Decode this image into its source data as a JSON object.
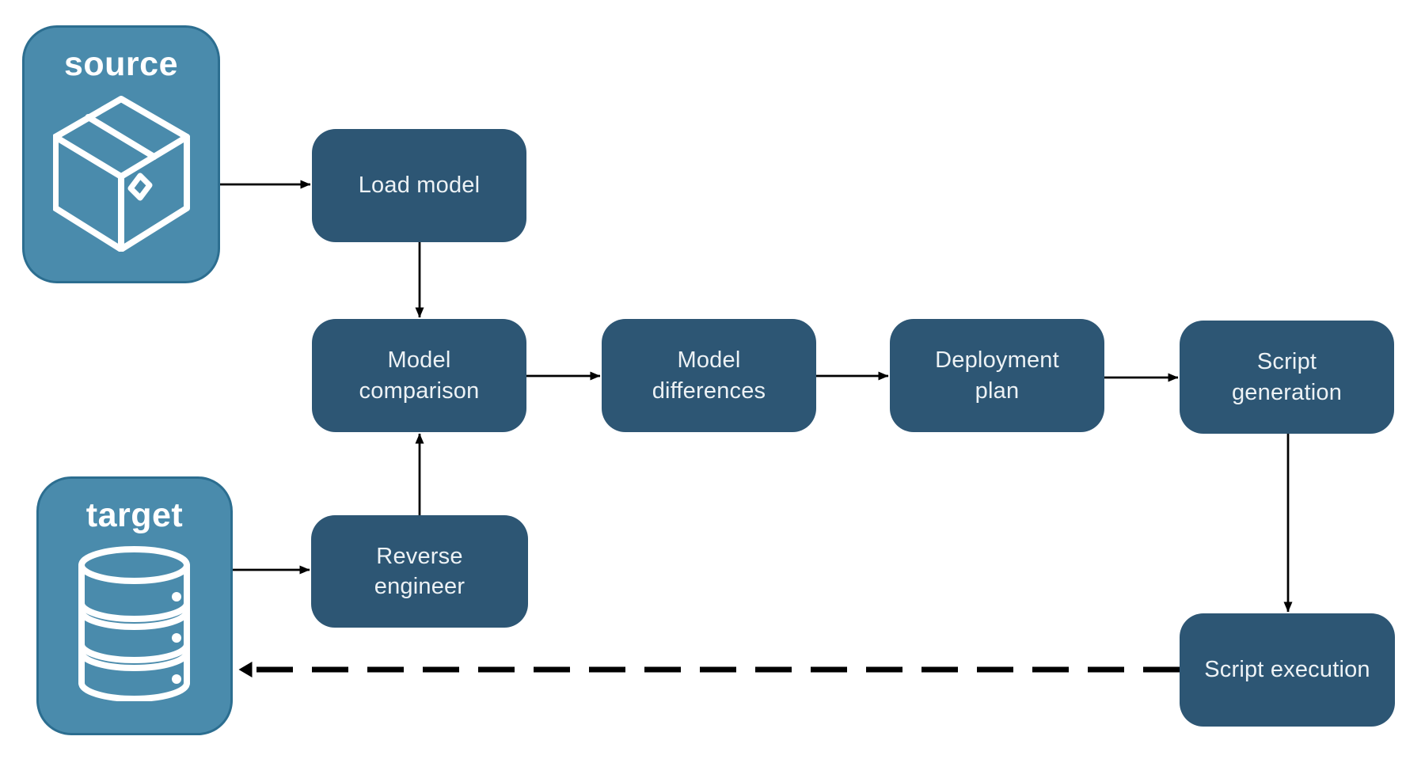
{
  "diagram": {
    "source_card": {
      "label": "source",
      "icon": "package-icon"
    },
    "target_card": {
      "label": "target",
      "icon": "database-icon"
    },
    "steps": {
      "load_model": {
        "label": "Load model"
      },
      "model_comparison": {
        "label": "Model comparison"
      },
      "model_differences": {
        "label": "Model differences"
      },
      "deployment_plan": {
        "label": "Deployment plan"
      },
      "script_generation": {
        "label": "Script generation"
      },
      "reverse_engineer": {
        "label": "Reverse engineer"
      },
      "script_execution": {
        "label": "Script execution"
      }
    },
    "connections": [
      {
        "from": "source",
        "to": "load-model",
        "style": "solid"
      },
      {
        "from": "load-model",
        "to": "model-comparison",
        "style": "solid"
      },
      {
        "from": "model-comparison",
        "to": "model-differences",
        "style": "solid"
      },
      {
        "from": "model-differences",
        "to": "deployment-plan",
        "style": "solid"
      },
      {
        "from": "deployment-plan",
        "to": "script-generation",
        "style": "solid"
      },
      {
        "from": "script-generation",
        "to": "script-execution",
        "style": "solid"
      },
      {
        "from": "target",
        "to": "reverse-engineer",
        "style": "solid"
      },
      {
        "from": "reverse-engineer",
        "to": "model-comparison",
        "style": "solid"
      },
      {
        "from": "script-execution",
        "to": "target",
        "style": "dashed"
      }
    ],
    "colors": {
      "step_fill": "#2D5674",
      "endpoint_fill": "#4A8BAC",
      "endpoint_border": "#2C6E90",
      "arrow_color": "#000000",
      "step_text": "#EDF2F5",
      "endpoint_text": "#FFFFFF",
      "canvas_bg": "#FFFFFF"
    }
  }
}
